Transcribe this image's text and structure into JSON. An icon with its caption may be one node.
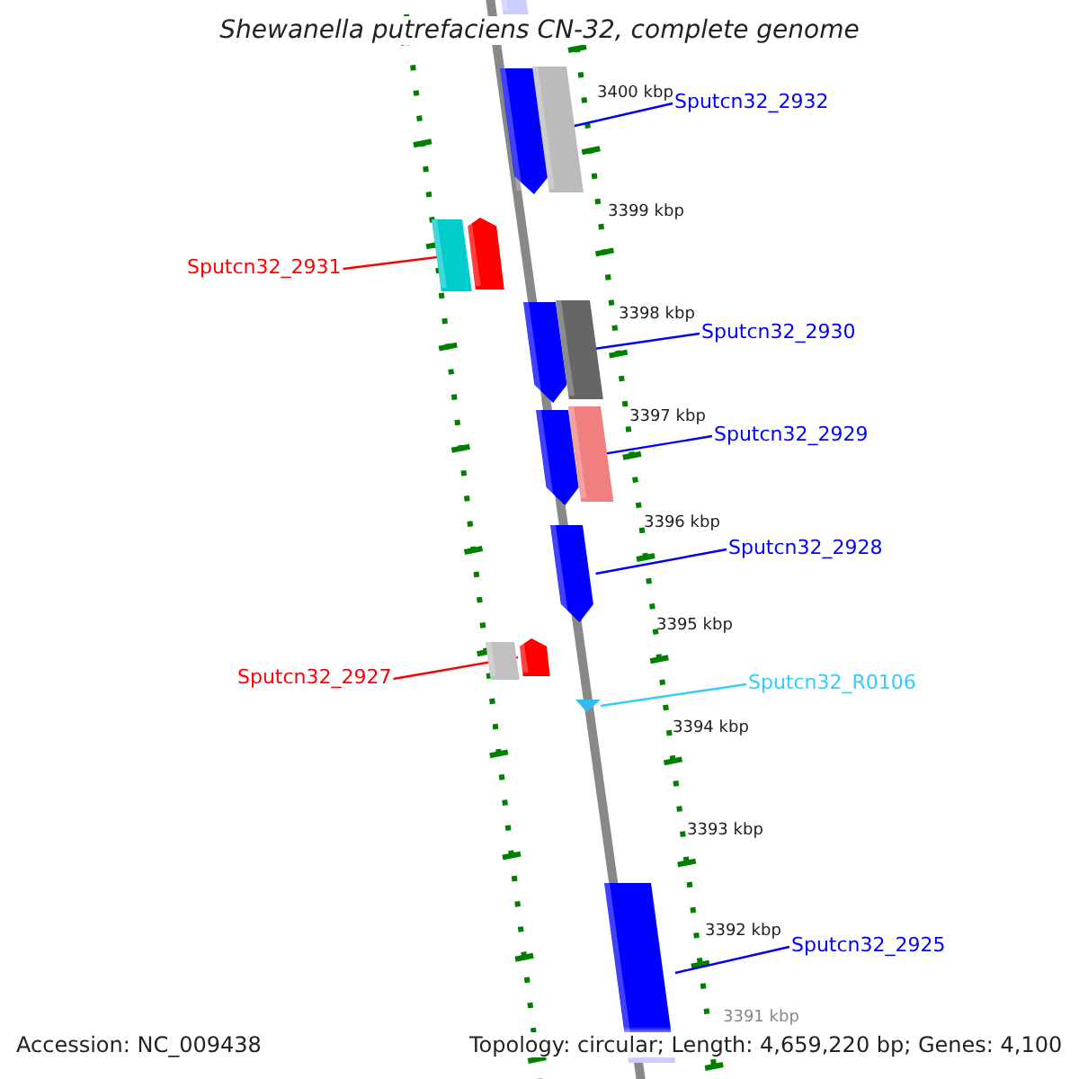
{
  "diagram": {
    "title": "Shewanella putrefaciens CN-32, complete genome",
    "nodes": [
      {
        "text": [],
        "shape": "box"
      },
      {
        "text": [],
        "shape": "pentagon"
      },
      {
        "text": [],
        "shape": "box"
      },
      {
        "text": [
          "Sputcn32_2932"
        ]
      },
      {
        "text": [
          "Sputcn32_2931"
        ]
      },
      {
        "text": [],
        "shape": "box"
      },
      {
        "text": [],
        "shape": "pentagon"
      },
      {
        "text": [
          "Sputcn32_2930"
        ]
      },
      {
        "text": [],
        "shape": "pentagon"
      },
      {
        "text": [],
        "shape": "box"
      },
      {
        "text": [
          "Sputcn32_2929"
        ]
      },
      {
        "text": [],
        "shape": "pentagon"
      },
      {
        "text": [],
        "shape": "box"
      },
      {
        "text": [
          "Sputcn32_2928"
        ]
      },
      {
        "text": [],
        "shape": "pentagon"
      },
      {
        "text": [
          "Sputcn32_2927"
        ]
      },
      {
        "text": [],
        "shape": "box"
      },
      {
        "text": [],
        "shape": "pentagon"
      },
      {
        "text": [
          "Sputcn32_R0106"
        ]
      },
      {
        "text": [],
        "shape": "triangle"
      },
      {
        "text": [
          "Sputcn32_2925"
        ]
      },
      {
        "text": [],
        "shape": "box"
      }
    ],
    "edges": [
      {
        "from": 3,
        "to": 1,
        "arrow": "none"
      },
      {
        "from": 4,
        "to": 6,
        "arrow": "none",
        "color": "#ff0000"
      },
      {
        "from": 7,
        "to": 8,
        "arrow": "none"
      },
      {
        "from": 10,
        "to": 11,
        "arrow": "none"
      },
      {
        "from": 13,
        "to": 14,
        "arrow": "none"
      },
      {
        "from": 15,
        "to": 17,
        "arrow": "none",
        "color": "#ff0000"
      },
      {
        "from": 18,
        "to": 19,
        "arrow": "none",
        "color": "#33ccff"
      },
      {
        "from": 20,
        "to": 21,
        "arrow": "none"
      }
    ],
    "labels": [
      "3400 kbp",
      "3399 kbp",
      "3398 kbp",
      "3397 kbp",
      "3396 kbp",
      "3395 kbp",
      "3394 kbp",
      "3393 kbp",
      "3392 kbp",
      "3391 kbp",
      "Accession: NC_009438",
      "Topology: circular; Length: 4,659,220 bp; Genes: 4,100"
    ]
  }
}
